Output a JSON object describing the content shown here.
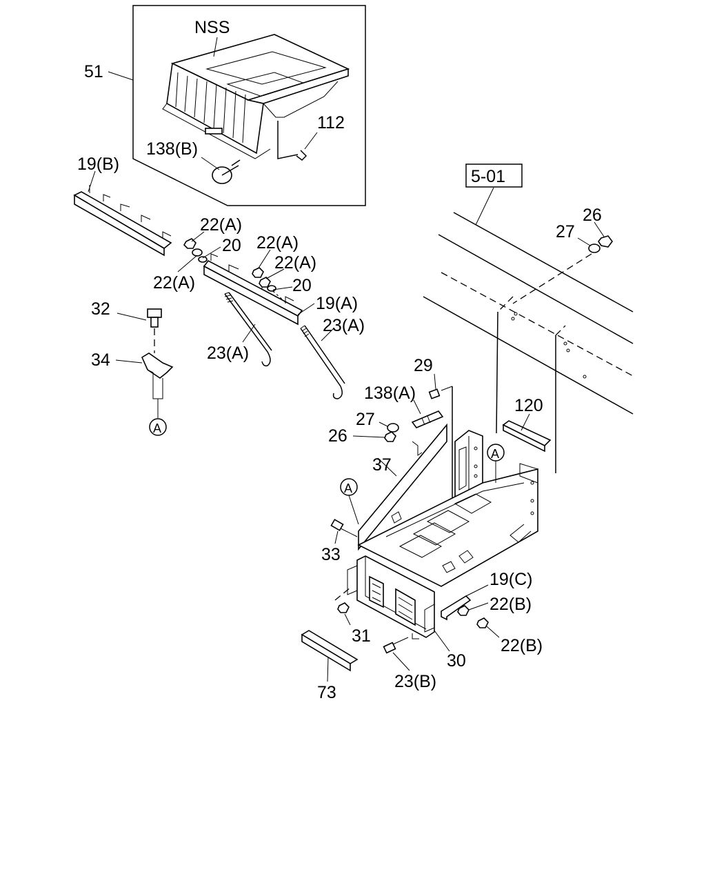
{
  "labels": {
    "nss": "NSS",
    "p51": "51",
    "p112": "112",
    "p138b": "138(B)",
    "p19b": "19(B)",
    "ref501": "5-01",
    "p22a_1": "22(A)",
    "p20_1": "20",
    "p22a_2": "22(A)",
    "p22a_3": "22(A)",
    "p22a_4": "22(A)",
    "p20_2": "20",
    "p19a": "19(A)",
    "p23a_1": "23(A)",
    "p23a_2": "23(A)",
    "p32": "32",
    "p34": "34",
    "p26_top": "26",
    "p27_top": "27",
    "p29": "29",
    "p138a": "138(A)",
    "p27": "27",
    "p26": "26",
    "p120": "120",
    "p37": "37",
    "p33": "33",
    "p19c": "19(C)",
    "p22b_1": "22(B)",
    "p22b_2": "22(B)",
    "p31": "31",
    "p30": "30",
    "p23b": "23(B)",
    "p73": "73",
    "circA_1": "A",
    "circA_2": "A",
    "circA_3": "A"
  }
}
